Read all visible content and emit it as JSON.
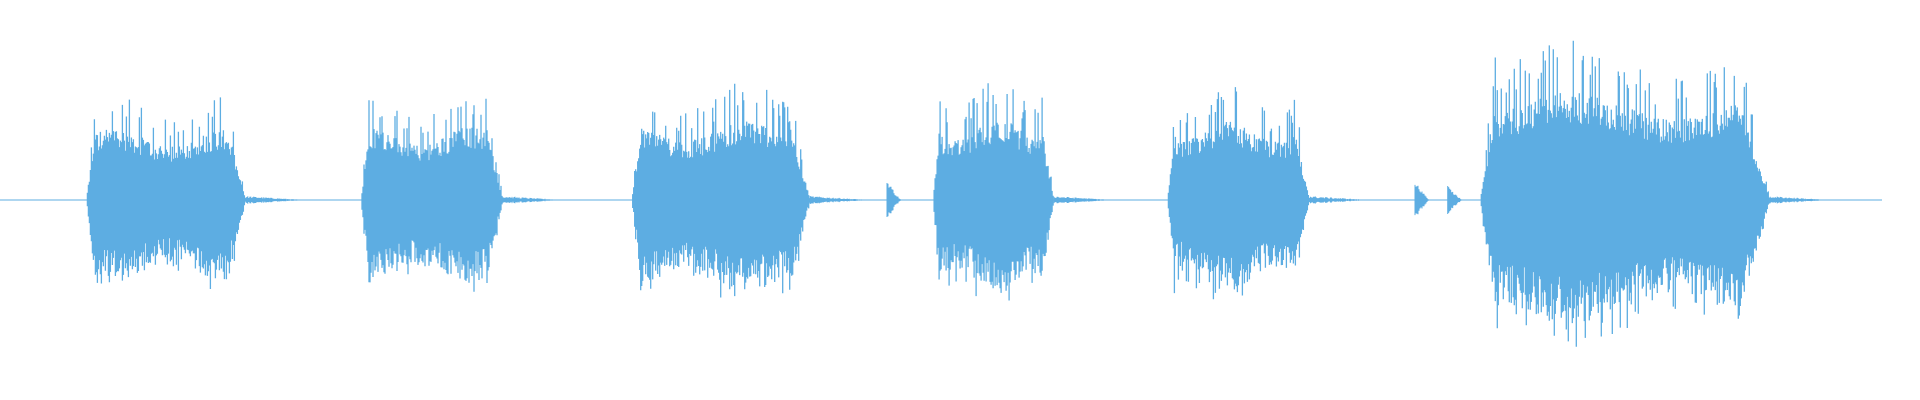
{
  "waveform": {
    "color": "#5dade2",
    "background": "#ffffff",
    "bursts": [
      {
        "start": 0.045,
        "end": 0.128,
        "amplitude": 0.45
      },
      {
        "start": 0.188,
        "end": 0.262,
        "amplitude": 0.46
      },
      {
        "start": 0.329,
        "end": 0.422,
        "amplitude": 0.5
      },
      {
        "start": 0.486,
        "end": 0.549,
        "amplitude": 0.51
      },
      {
        "start": 0.608,
        "end": 0.682,
        "amplitude": 0.49
      },
      {
        "start": 0.771,
        "end": 0.922,
        "amplitude": 0.68
      }
    ],
    "clicks": [
      {
        "pos": 0.462,
        "amplitude": 0.05
      },
      {
        "pos": 0.737,
        "amplitude": 0.05
      },
      {
        "pos": 0.754,
        "amplitude": 0.04
      }
    ],
    "end": 0.98
  }
}
